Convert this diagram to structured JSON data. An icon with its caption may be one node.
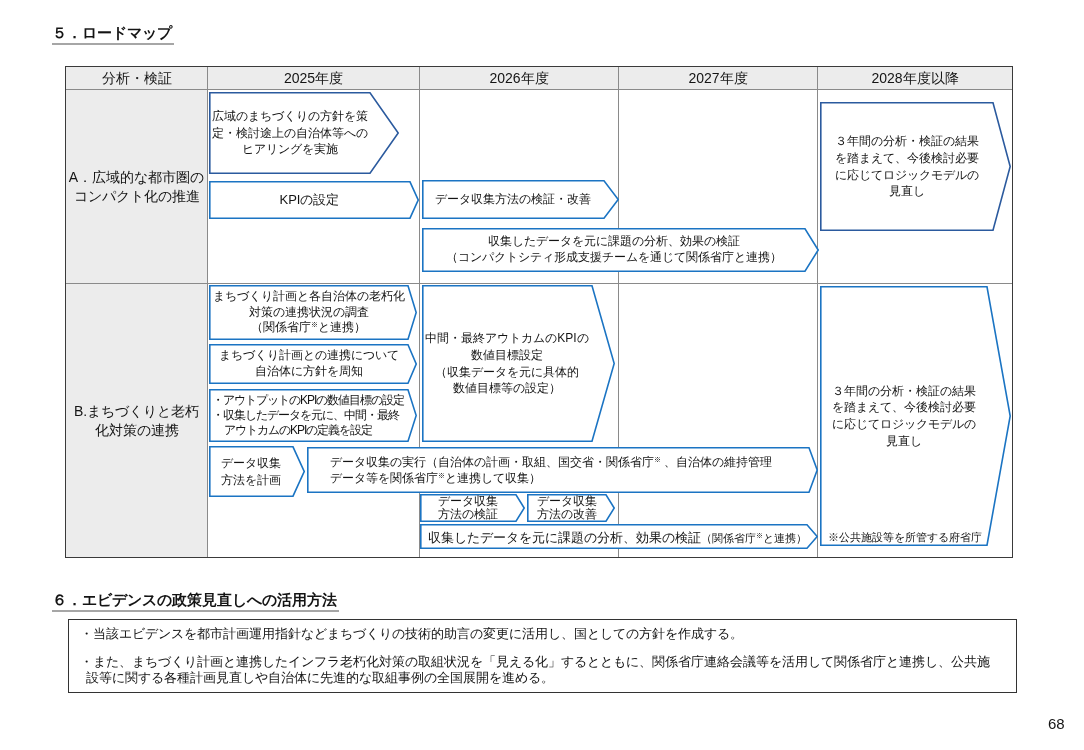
{
  "diagram": {
    "title": "５．ロードマップ",
    "nodes": [
      {
        "text": [
          "広域のまちづくりの方針を策定・検討途上の自治体等へのヒアリングを実施"
        ]
      },
      {
        "text": [
          "KPIの設定"
        ]
      },
      {
        "text": [
          "データ収集方法の検証・改善"
        ]
      },
      {
        "text": [
          "収集したデータを元に課題の分析、効果の検証",
          "（コンパクトシティ形成支援チームを通じて関係省庁と連携）"
        ]
      },
      {
        "text": [
          "３年間の分析・検証の結果を踏まえて、今後検討必要に応じてロジックモデルの見直し"
        ]
      },
      {
        "text": [
          "まちづくり計画と各自治体の老朽化対策の連携状況の調査",
          "（関係省庁$^{※}$と連携）"
        ]
      },
      {
        "text": [
          "まちづくり計画との連携について自治体に方針を周知"
        ]
      },
      {
        "text": [
          "・アウトプットのKPIの数値目標の設定",
          "・収集したデータを元に、中間・最終アウトカムのKPIの定義を設定"
        ]
      },
      {
        "text": [
          "データ収集方法を計画"
        ]
      },
      {
        "text": [
          "中間・最終アウトカムのKPIの数値目標設定",
          "（収集データを元に具体的数値目標等の設定）"
        ]
      },
      {
        "text": [
          "データ収集の実行（自治体の計画・取組、国交省・関係省庁$^{※}$ 、自治体の維持管理データ等を関係省庁$^{※}$と連携して収集）"
        ]
      },
      {
        "text": [
          "データ収集方法の検証"
        ]
      },
      {
        "text": [
          "データ収集方法の改善"
        ]
      },
      {
        "text": [
          "収集したデータを元に課題の分析、効果の検証",
          "（関係省庁$^{※}$と連携）"
        ]
      },
      {
        "text": [
          "３年間の分析・検証の結果を踏まえて、今後検討必要に応じてロジックモデルの見直し"
        ]
      },
      {
        "text": [
          "・当該エビデンスを都市計画運用指針などまちづくりの技術的助言の変更に活用し、国としての方針を作成する。",
          "・また、まちづくり計画と連携したインフラ老朽化対策の取組状況を「見える化」するとともに、関係省庁連絡会議等を活用して関係省庁と連携し、公共施設等に関する各種計画見直しや自治体に先進的な取組事例の全国展開を進める。"
        ]
      }
    ],
    "labels": [
      "分析・検証",
      "2025年度",
      "2026年度",
      "2027年度",
      "2028年度以降",
      "A．広域的な都市圏のコンパクト化の推進",
      "B.まちづくりと老朽化対策の連携",
      "※公共施設等を所管する府省庁",
      "６．エビデンスの政策見直しへの活用方法",
      "68"
    ]
  }
}
